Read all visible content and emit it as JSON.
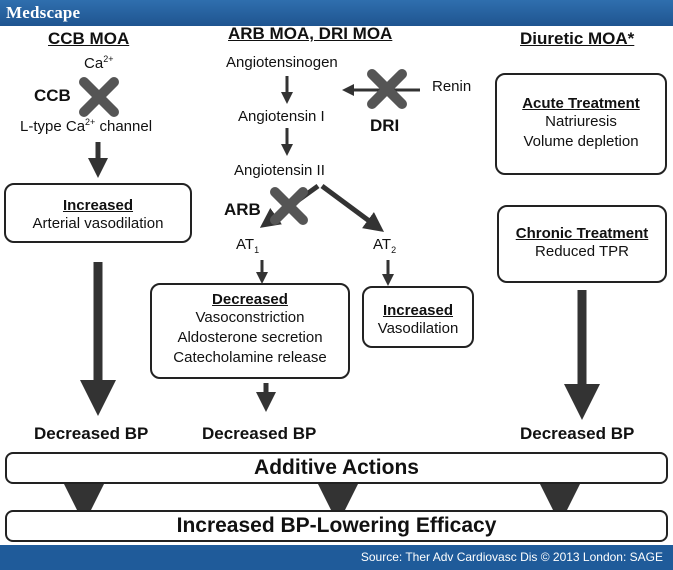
{
  "header": {
    "logo": "Medscape"
  },
  "footer": {
    "source": "Source: Ther Adv Cardiovasc Dis © 2013 London: SAGE"
  },
  "columns": {
    "ccb": {
      "title": "CCB MOA",
      "ca": "Ca",
      "ca_sup": "2+",
      "drug": "CCB",
      "channel": "L-type Ca",
      "channel_sup": "2+",
      "channel_suffix": " channel",
      "box_title": "Increased",
      "box_lines": [
        "Arterial vasodilation"
      ],
      "result": "Decreased BP"
    },
    "arb": {
      "title": "ARB MOA, DRI MOA",
      "angiotensinogen": "Angiotensinogen",
      "renin": "Renin",
      "dri": "DRI",
      "ang1": "Angiotensin I",
      "ang2": "Angiotensin II",
      "arb": "ARB",
      "at1": "AT",
      "at1_sub": "1",
      "at2": "AT",
      "at2_sub": "2",
      "box1_title": "Decreased",
      "box1_lines": [
        "Vasoconstriction",
        "Aldosterone secretion",
        "Catecholamine release"
      ],
      "box2_title": "Increased",
      "box2_lines": [
        "Vasodilation"
      ],
      "result": "Decreased BP"
    },
    "diuretic": {
      "title": "Diuretic MOA*",
      "acute_title": "Acute Treatment",
      "acute_lines": [
        "Natriuresis",
        "Volume depletion"
      ],
      "chronic_title": "Chronic Treatment",
      "chronic_lines": [
        "Reduced TPR"
      ],
      "result": "Decreased BP"
    }
  },
  "bottom": {
    "additive": "Additive Actions",
    "efficacy": "Increased BP-Lowering Efficacy"
  },
  "colors": {
    "bar": "#1f5b9a",
    "arrow": "#333333",
    "cross": "#555555"
  }
}
